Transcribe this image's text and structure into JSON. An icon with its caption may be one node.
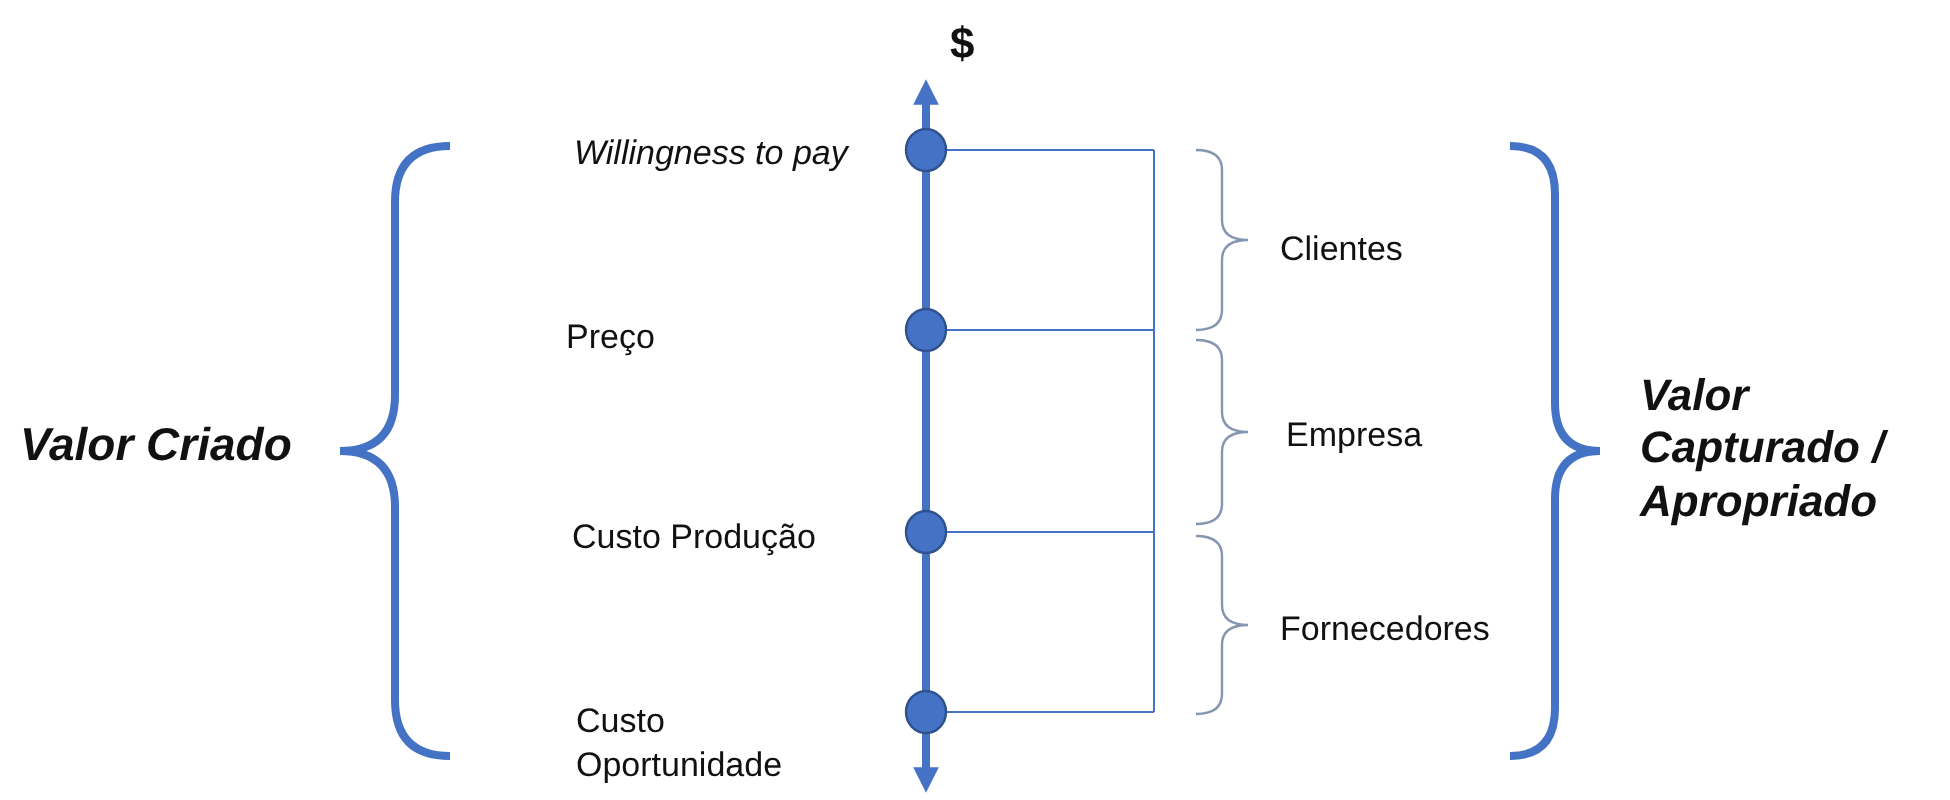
{
  "diagram": {
    "labels": [
      "$",
      "Willingness to pay",
      "Preço",
      "Custo Produção",
      "Custo Oportunidade",
      "Valor Criado",
      "Clientes",
      "Empresa",
      "Fornecedores",
      "Valor Capturado / Apropriado"
    ]
  }
}
